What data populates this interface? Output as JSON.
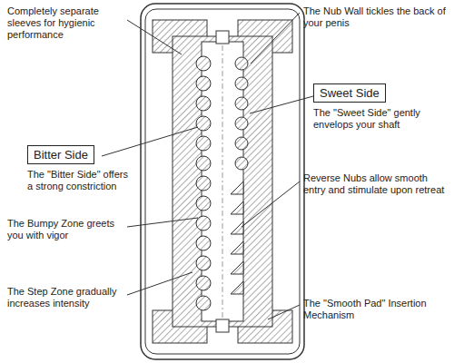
{
  "diagram": {
    "nodes": [
      {
        "text": [
          "Sweet Side",
          "The \"Sweet Side\" gently envelops your shaft"
        ]
      },
      {
        "text": [
          "Bitter Side",
          "The \"Bitter Side\" offers a strong constriction"
        ]
      }
    ],
    "labels": [
      "Completely separate sleeves for hygienic performance",
      "The Nub Wall tickles the back of your penis",
      "Reverse Nubs allow smooth entry and stimulate upon retreat",
      "The Bumpy Zone greets you with vigor",
      "The Step Zone gradually increases intensity",
      "The \"Smooth Pad\" Insertion Mechanism"
    ]
  }
}
